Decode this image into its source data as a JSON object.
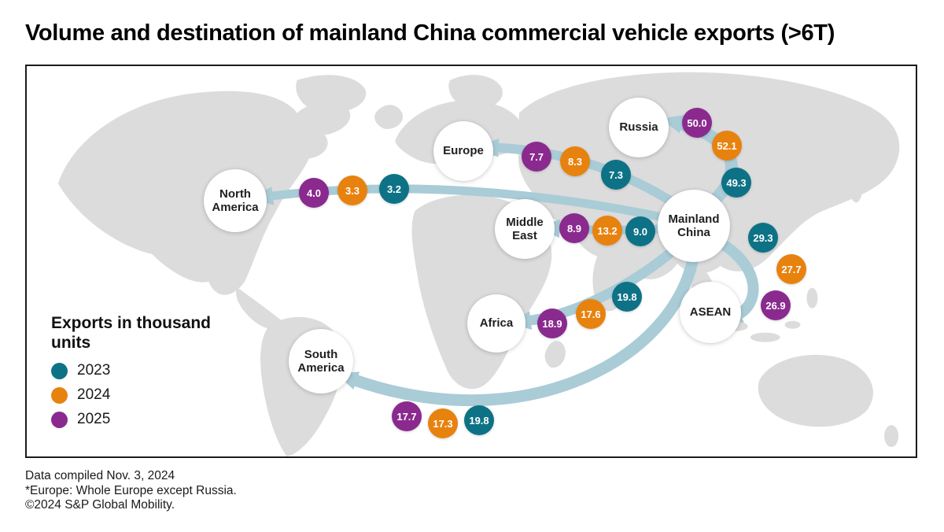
{
  "title": "Volume and destination of mainland China commercial vehicle exports (>6T)",
  "legend": {
    "title": "Exports in thousand units",
    "items": [
      {
        "label": "2023",
        "color": "#0e7286"
      },
      {
        "label": "2024",
        "color": "#e8820e"
      },
      {
        "label": "2025",
        "color": "#8a2a8f"
      }
    ]
  },
  "footnotes": [
    "Data compiled Nov. 3, 2024",
    "*Europe: Whole Europe except Russia.",
    "©2024 S&P Global Mobility."
  ],
  "chart_data": {
    "type": "flow-map",
    "title": "Volume and destination of mainland China commercial vehicle exports (>6T)",
    "units": "thousand units",
    "origin": "Mainland China",
    "years": [
      "2023",
      "2024",
      "2025"
    ],
    "destinations": [
      {
        "name": "Russia",
        "values": {
          "2023": 49.3,
          "2024": 52.1,
          "2025": 50.0
        }
      },
      {
        "name": "Europe",
        "values": {
          "2023": 7.3,
          "2024": 8.3,
          "2025": 7.7
        }
      },
      {
        "name": "North America",
        "values": {
          "2023": 3.2,
          "2024": 3.3,
          "2025": 4.0
        }
      },
      {
        "name": "Middle East",
        "values": {
          "2023": 9.0,
          "2024": 13.2,
          "2025": 8.9
        }
      },
      {
        "name": "Africa",
        "values": {
          "2023": 19.8,
          "2024": 17.6,
          "2025": 18.9
        }
      },
      {
        "name": "South America",
        "values": {
          "2023": 19.8,
          "2024": 17.3,
          "2025": 17.7
        }
      },
      {
        "name": "ASEAN",
        "values": {
          "2023": 29.3,
          "2024": 27.7,
          "2025": 26.9
        }
      }
    ],
    "colors": {
      "2023": "#0e7286",
      "2024": "#e8820e",
      "2025": "#8a2a8f",
      "flow": "#a9ccd7",
      "land": "#dcdcdd"
    },
    "legend_position": "bottom-left",
    "notes": "Arrow flows originate at Mainland China and point to each destination; circle badges along each flow show yearly export volumes."
  }
}
